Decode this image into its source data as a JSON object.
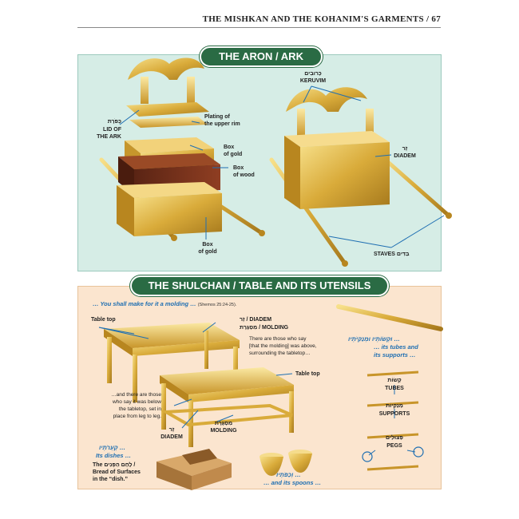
{
  "header": {
    "title": "THE MISHKAN AND THE KOHANIM'S GARMENTS / 67"
  },
  "aron": {
    "banner": "THE ARON / ARK",
    "kapores_heb": "כַּפֹּרֶת",
    "kapores_en_1": "LID OF",
    "kapores_en_2": "THE ARK",
    "plating_1": "Plating of",
    "plating_2": "the upper rim",
    "box_gold_top_1": "Box",
    "box_gold_top_2": "of gold",
    "box_wood_1": "Box",
    "box_wood_2": "of wood",
    "box_gold_bottom_1": "Box",
    "box_gold_bottom_2": "of gold",
    "keruvim_heb": "כְּרוּבִים",
    "keruvim_en": "KERUVIM",
    "zer_heb": "זֵר",
    "zer_en": "DIADEM",
    "staves_en": "STAVES",
    "staves_heb": "בַּדִּים"
  },
  "shulchan": {
    "banner": "THE SHULCHAN / TABLE AND ITS UTENSILS",
    "verse": "… You shall make for it a molding …",
    "verse_ref": "(Shemos 25:24-25).",
    "table_top_1": "Table top",
    "zer_label": "זֵר / DIADEM",
    "misgeres_label": "מִסְגֶּרֶת / MOLDING",
    "above_para_1": "There are those who say",
    "above_para_2": "[that the molding] was above,",
    "above_para_3": "surrounding the tabletop…",
    "table_top_2": "Table top",
    "below_para_1": "…and there are those",
    "below_para_2": "who say it was below",
    "below_para_3": "the tabletop, set in",
    "below_para_4": "place from leg to leg.",
    "zer_heb_2": "זֵר",
    "diadem_2": "DIADEM",
    "misgeres_heb_2": "מִסְגֶּרֶת",
    "molding_2": "MOLDING",
    "kaaros_heb": "… קְעָרֹתָיו",
    "its_dishes": "Its dishes …",
    "lechem_1": "The לֶחֶם הַפָּנִים /",
    "lechem_2": "Bread of Surfaces",
    "lechem_3": "in the “dish.”",
    "kapos_heb": "… וְכַפֹּתָיו",
    "its_spoons": "… and its spoons …",
    "tubes_heb_top": "… וּקְשׂוֹתָיו וּמְנַקִּיֹּתָיו",
    "tubes_en_top_1": "… its tubes and",
    "tubes_en_top_2": "its supports …",
    "tubes_heb": "קְשׂוֹת",
    "tubes_en": "TUBES",
    "supports_heb": "מְנַקִּיוֹת",
    "supports_en": "SUPPORTS",
    "pegs_heb": "פְּצוּלִים",
    "pegs_en": "PEGS"
  },
  "colors": {
    "teal_panel": "#d6ede6",
    "peach_panel": "#fbe5cf",
    "banner_green": "#2a6b44",
    "gold": "#d9ab3a",
    "label_blue": "#1f6fb2"
  }
}
